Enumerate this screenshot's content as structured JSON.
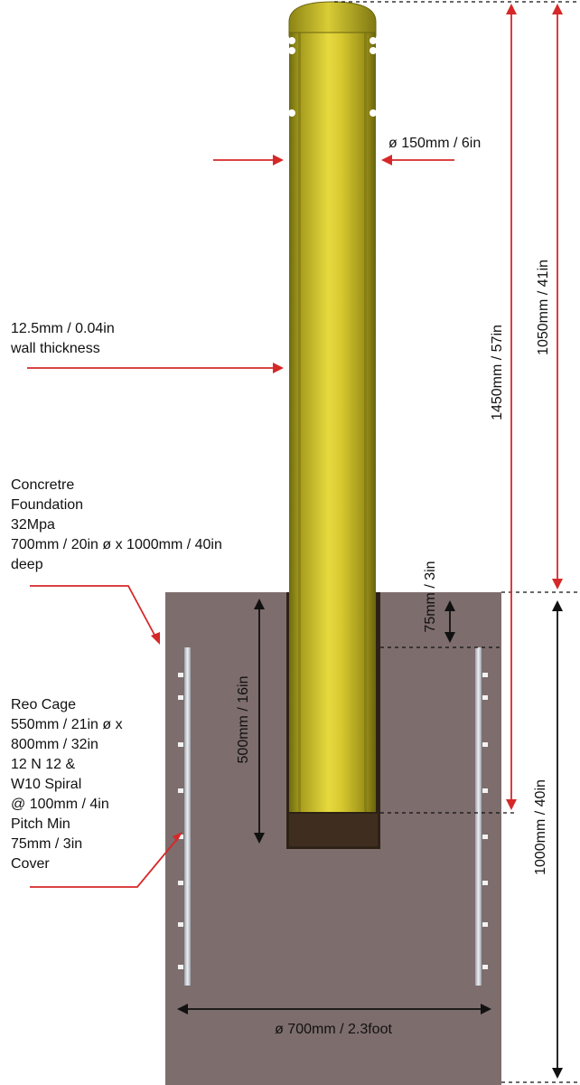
{
  "labels": {
    "bollard_diameter": "ø 150mm / 6in",
    "wall_thickness_line1": "12.5mm / 0.04in",
    "wall_thickness_line2": "wall thickness",
    "foundation_line1": "Concretre",
    "foundation_line2": "Foundation",
    "foundation_line3": "32Mpa",
    "foundation_line4": "700mm / 20in ø  x 1000mm / 40in",
    "foundation_line5": "deep",
    "reo_line1": "Reo Cage",
    "reo_line2": "550mm / 21in ø x",
    "reo_line3": "800mm / 32in",
    "reo_line4": "12 N 12 &",
    "reo_line5": "W10 Spiral",
    "reo_line6": "@ 100mm / 4in",
    "reo_line7": "Pitch Min",
    "reo_line8": "75mm / 3in",
    "reo_line9": "Cover",
    "dim_total_height": "1450mm / 57in",
    "dim_above_ground": "1050mm / 41in",
    "dim_embed_depth": "500mm / 16in",
    "dim_cover": "75mm / 3in",
    "dim_foundation_depth": "1000mm / 40in",
    "dim_foundation_width": "ø 700mm / 2.3foot"
  },
  "colors": {
    "bollard_light": "#e2d43a",
    "bollard_dark": "#7a7412",
    "concrete": "#7e6d6d",
    "sleeve": "#3a2a1c",
    "arrow_red": "#d62828",
    "arrow_black": "#111111",
    "rebar": "#c8cdd4"
  }
}
